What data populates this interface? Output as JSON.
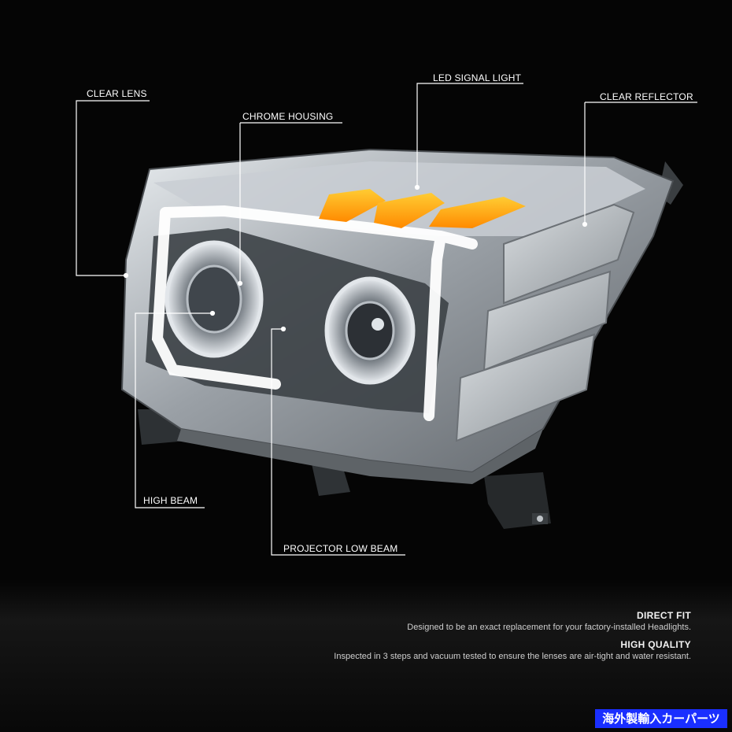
{
  "callouts": {
    "clear_lens": "CLEAR LENS",
    "chrome_housing": "CHROME HOUSING",
    "led_signal_light": "LED SIGNAL LIGHT",
    "clear_reflector": "CLEAR REFLECTOR",
    "high_beam": "HIGH BEAM",
    "projector_low_beam": "PROJECTOR LOW BEAM"
  },
  "features": [
    {
      "title": "DIRECT FIT",
      "description": "Designed to be an exact replacement for your factory-installed Headlights."
    },
    {
      "title": "HIGH QUALITY",
      "description": "Inspected in 3 steps and vacuum tested to ensure the lenses are air-tight and water resistant."
    }
  ],
  "badge": "海外製輸入カーパーツ",
  "colors": {
    "background": "#050505",
    "signal_amber": "#ff9a00",
    "chrome": "#c8ccd0",
    "badge_blue": "#1a2fff",
    "callout_line": "#ffffff"
  }
}
